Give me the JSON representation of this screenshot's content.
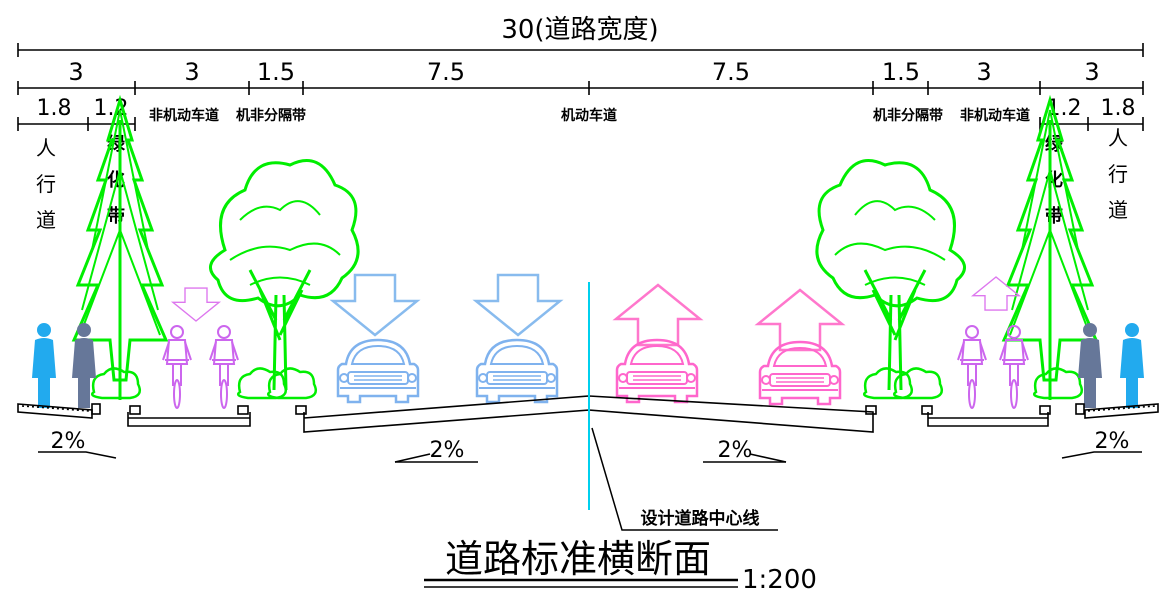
{
  "total_width_label": "30(道路宽度)",
  "sections": [
    {
      "width": "3"
    },
    {
      "width": "3"
    },
    {
      "width": "1.5"
    },
    {
      "width": "7.5"
    },
    {
      "width": "7.5"
    },
    {
      "width": "1.5"
    },
    {
      "width": "3"
    },
    {
      "width": "3"
    }
  ],
  "sub_widths": {
    "left_sidewalk": "1.8",
    "left_green": "1.2",
    "right_green": "1.2",
    "right_sidewalk": "1.8"
  },
  "lane_labels": {
    "left_nonmotor": "非机动车道",
    "left_separator": "机非分隔带",
    "motor_lane": "机动车道",
    "right_separator": "机非分隔带",
    "right_nonmotor": "非机动车道"
  },
  "vertical_labels": {
    "left_sidewalk": [
      "人",
      "行",
      "道"
    ],
    "left_green": [
      "绿",
      "化",
      "带"
    ],
    "right_green": [
      "绿",
      "化",
      "带"
    ],
    "right_sidewalk": [
      "人",
      "行",
      "道"
    ]
  },
  "slopes": [
    "2%",
    "2%",
    "2%",
    "2%"
  ],
  "centerline_label": "设计道路中心线",
  "title": "道路标准横断面",
  "scale": "1:200",
  "colors": {
    "tree": "#00ee00",
    "car_left": "#7fb2ee",
    "car_right": "#ff66cc",
    "cyclist": "#cc66ee",
    "pedestrian_left": "#22aaee",
    "pedestrian_right": "#3388dd",
    "man": "#667799",
    "centerline": "#00d0ee",
    "line": "#000000"
  }
}
